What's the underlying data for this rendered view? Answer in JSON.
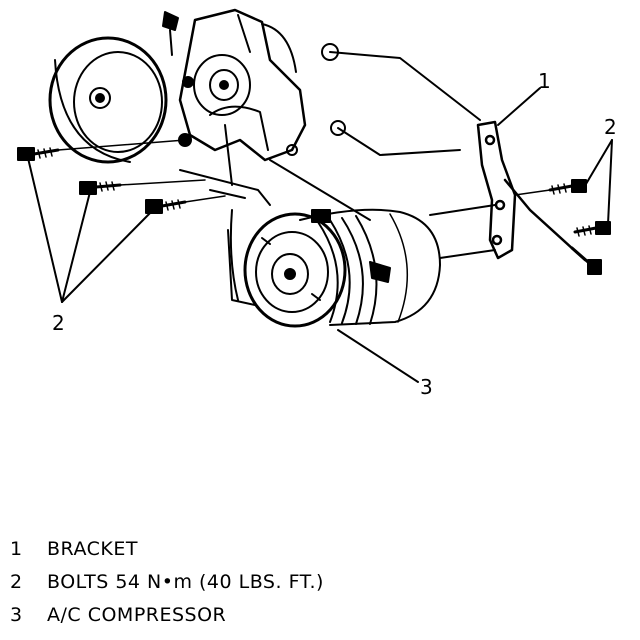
{
  "callouts": [
    {
      "number": "1"
    },
    {
      "number": "2"
    },
    {
      "number": "2"
    },
    {
      "number": "3"
    }
  ],
  "legend": [
    {
      "number": "1",
      "text": "BRACKET"
    },
    {
      "number": "2",
      "text": "BOLTS 54 N•m (40 LBS. FT.)"
    },
    {
      "number": "3",
      "text": "A/C COMPRESSOR"
    }
  ],
  "colors": {
    "ink": "#000000",
    "paper": "#ffffff"
  }
}
